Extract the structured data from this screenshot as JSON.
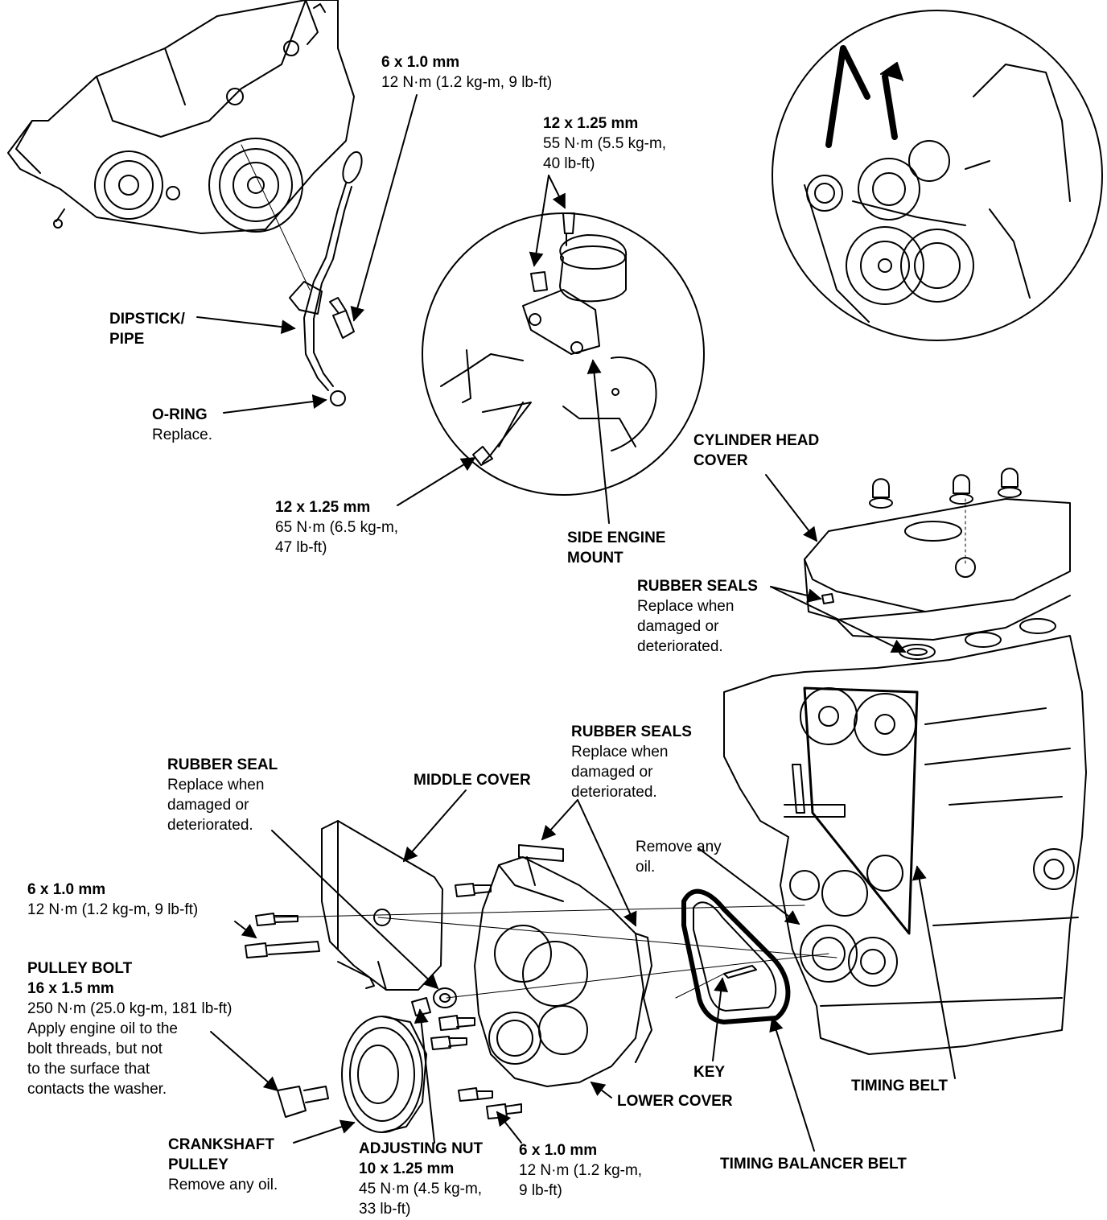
{
  "colors": {
    "ink": "#000000",
    "paper": "#ffffff"
  },
  "callouts": {
    "top_bolt": {
      "size": "6 x 1.0 mm",
      "torque": "12 N·m (1.2 kg-m, 9 lb-ft)"
    },
    "mount_bolt_top": {
      "size": "12 x 1.25 mm",
      "torque_1": "55 N·m (5.5 kg-m,",
      "torque_2": "40 lb-ft)"
    },
    "dipstick": {
      "line_1": "DIPSTICK/",
      "line_2": "PIPE"
    },
    "o_ring": {
      "name": "O-RING",
      "note": "Replace."
    },
    "mount_bolt_low": {
      "size": "12 x 1.25 mm",
      "torque_1": "65 N·m (6.5 kg-m,",
      "torque_2": "47 lb-ft)"
    },
    "side_engine_mount": {
      "line_1": "SIDE ENGINE",
      "line_2": "MOUNT"
    },
    "cylinder_head_cover": {
      "line_1": "CYLINDER HEAD",
      "line_2": "COVER"
    },
    "rubber_seals_top": {
      "name": "RUBBER SEALS",
      "note_1": "Replace when",
      "note_2": "damaged or",
      "note_3": "deteriorated."
    },
    "rubber_seals_mid": {
      "name": "RUBBER SEALS",
      "note_1": "Replace when",
      "note_2": "damaged or",
      "note_3": "deteriorated."
    },
    "rubber_seal": {
      "name": "RUBBER SEAL",
      "note_1": "Replace when",
      "note_2": "damaged or",
      "note_3": "deteriorated."
    },
    "middle_cover": {
      "name": "MIDDLE COVER"
    },
    "remove_oil": {
      "line_1": "Remove any",
      "line_2": "oil."
    },
    "left_bolt": {
      "size": "6 x 1.0 mm",
      "torque": "12 N·m (1.2 kg-m, 9 lb-ft)"
    },
    "pulley_bolt": {
      "name": "PULLEY BOLT",
      "size": "16 x 1.5 mm",
      "torque": "250 N·m (25.0 kg-m, 181 lb-ft)",
      "note_1": "Apply engine oil to the",
      "note_2": "bolt threads, but not",
      "note_3": "to the surface that",
      "note_4": "contacts the washer."
    },
    "key": {
      "name": "KEY"
    },
    "timing_belt": {
      "name": "TIMING BELT"
    },
    "lower_cover": {
      "name": "LOWER COVER"
    },
    "crankshaft_pulley": {
      "line_1": "CRANKSHAFT",
      "line_2": "PULLEY",
      "note": "Remove any oil."
    },
    "adjusting_nut": {
      "name": "ADJUSTING NUT",
      "size": "10 x 1.25 mm",
      "torque_1": "45 N·m (4.5 kg-m,",
      "torque_2": "33 lb-ft)"
    },
    "bottom_bolt": {
      "size": "6 x 1.0 mm",
      "torque_1": "12 N·m (1.2 kg-m,",
      "torque_2": "9 lb-ft)"
    },
    "timing_balancer_belt": {
      "name": "TIMING BALANCER BELT"
    }
  }
}
